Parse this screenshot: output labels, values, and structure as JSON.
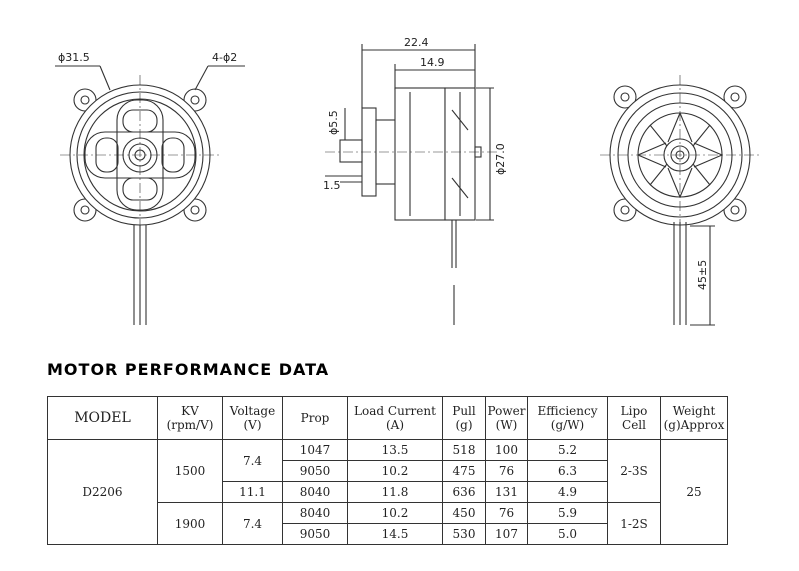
{
  "drawing": {
    "front_view": {
      "diameter_label": "ϕ31.5",
      "holes_label": "4-ϕ2"
    },
    "side_view": {
      "length_total": "22.4",
      "length_body": "14.9",
      "shaft_dia": "ϕ5.5",
      "body_dia": "ϕ27.0",
      "flange": "1.5"
    },
    "rear_view": {
      "wire_length": "45±5"
    }
  },
  "section_title": "MOTOR PERFORMANCE DATA",
  "table": {
    "headers": {
      "model": "MODEL",
      "kv": "KV\n(rpm/V)",
      "voltage": "Voltage\n(V)",
      "prop": "Prop",
      "current": "Load Current\n(A)",
      "pull": "Pull\n(g)",
      "power": "Power\n(W)",
      "efficiency": "Efficiency\n(g/W)",
      "cell": "Lipo\nCell",
      "weight": "Weight\n(g)Approx"
    },
    "model": "D2206",
    "weight": "25",
    "kv_1": "1500",
    "kv_2": "1900",
    "voltage_1": "7.4",
    "voltage_2": "11.1",
    "voltage_3": "7.4",
    "cell_1": "2-3S",
    "cell_2": "1-2S",
    "rows": [
      {
        "prop": "1047",
        "current": "13.5",
        "pull": "518",
        "power": "100",
        "efficiency": "5.2"
      },
      {
        "prop": "9050",
        "current": "10.2",
        "pull": "475",
        "power": "76",
        "efficiency": "6.3"
      },
      {
        "prop": "8040",
        "current": "11.8",
        "pull": "636",
        "power": "131",
        "efficiency": "4.9"
      },
      {
        "prop": "8040",
        "current": "10.2",
        "pull": "450",
        "power": "76",
        "efficiency": "5.9"
      },
      {
        "prop": "9050",
        "current": "14.5",
        "pull": "530",
        "power": "107",
        "efficiency": "5.0"
      }
    ]
  }
}
